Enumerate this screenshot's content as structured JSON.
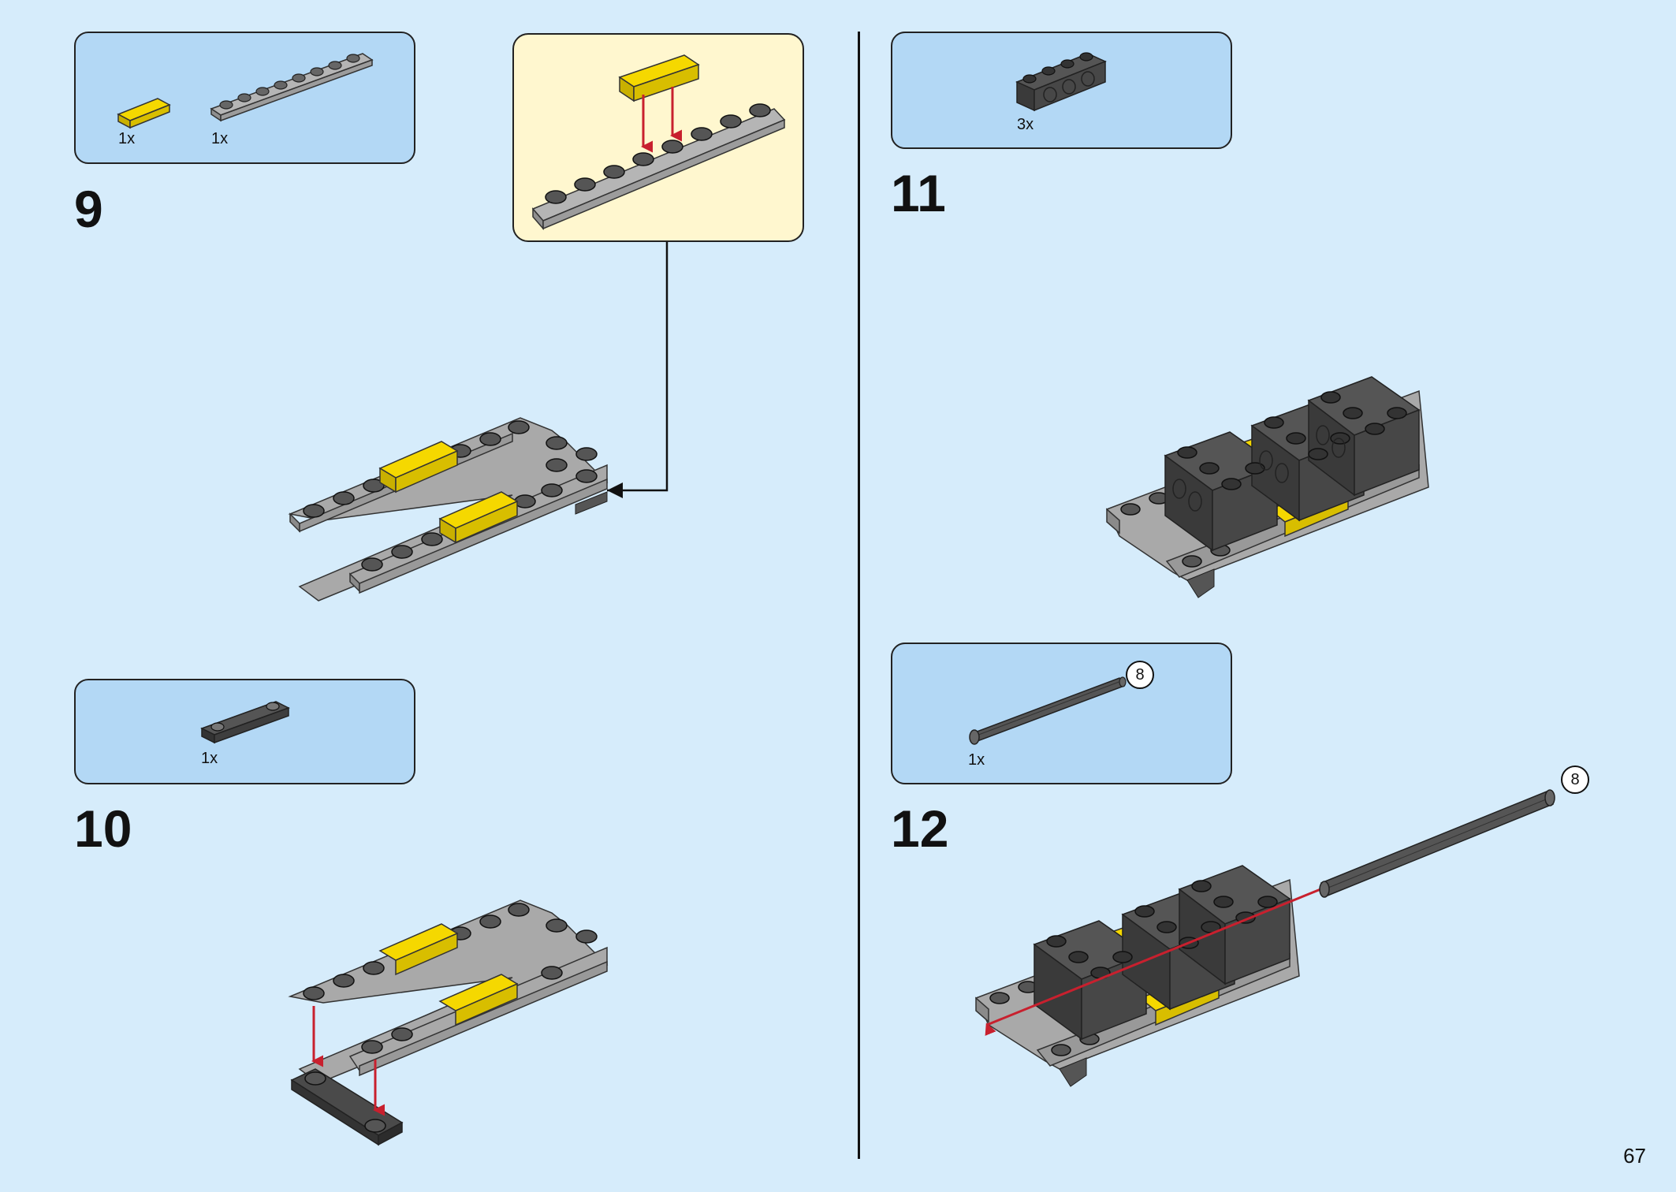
{
  "page_number": "67",
  "steps": [
    {
      "number": "9",
      "parts": [
        {
          "qty": "1x",
          "part": "yellow-tile-1x2-icon"
        },
        {
          "qty": "1x",
          "part": "gray-plate-1x8-icon"
        }
      ]
    },
    {
      "number": "10",
      "parts": [
        {
          "qty": "1x",
          "part": "dark-gray-plate-1x4-icon"
        }
      ]
    },
    {
      "number": "11",
      "parts": [
        {
          "qty": "3x",
          "part": "technic-brick-1x4-icon"
        }
      ]
    },
    {
      "number": "12",
      "parts": [
        {
          "qty": "1x",
          "part": "technic-axle-icon",
          "length": "8"
        }
      ],
      "assembly_axle_length": "8"
    }
  ],
  "colors": {
    "background": "#d6ecfb",
    "parts_box": "#b3d8f5",
    "callout": "#fff7cf",
    "yellow": "#f5d800",
    "light_gray": "#a9a9a9",
    "dark_gray": "#4a4a4a",
    "arrow_red": "#c8202e"
  }
}
